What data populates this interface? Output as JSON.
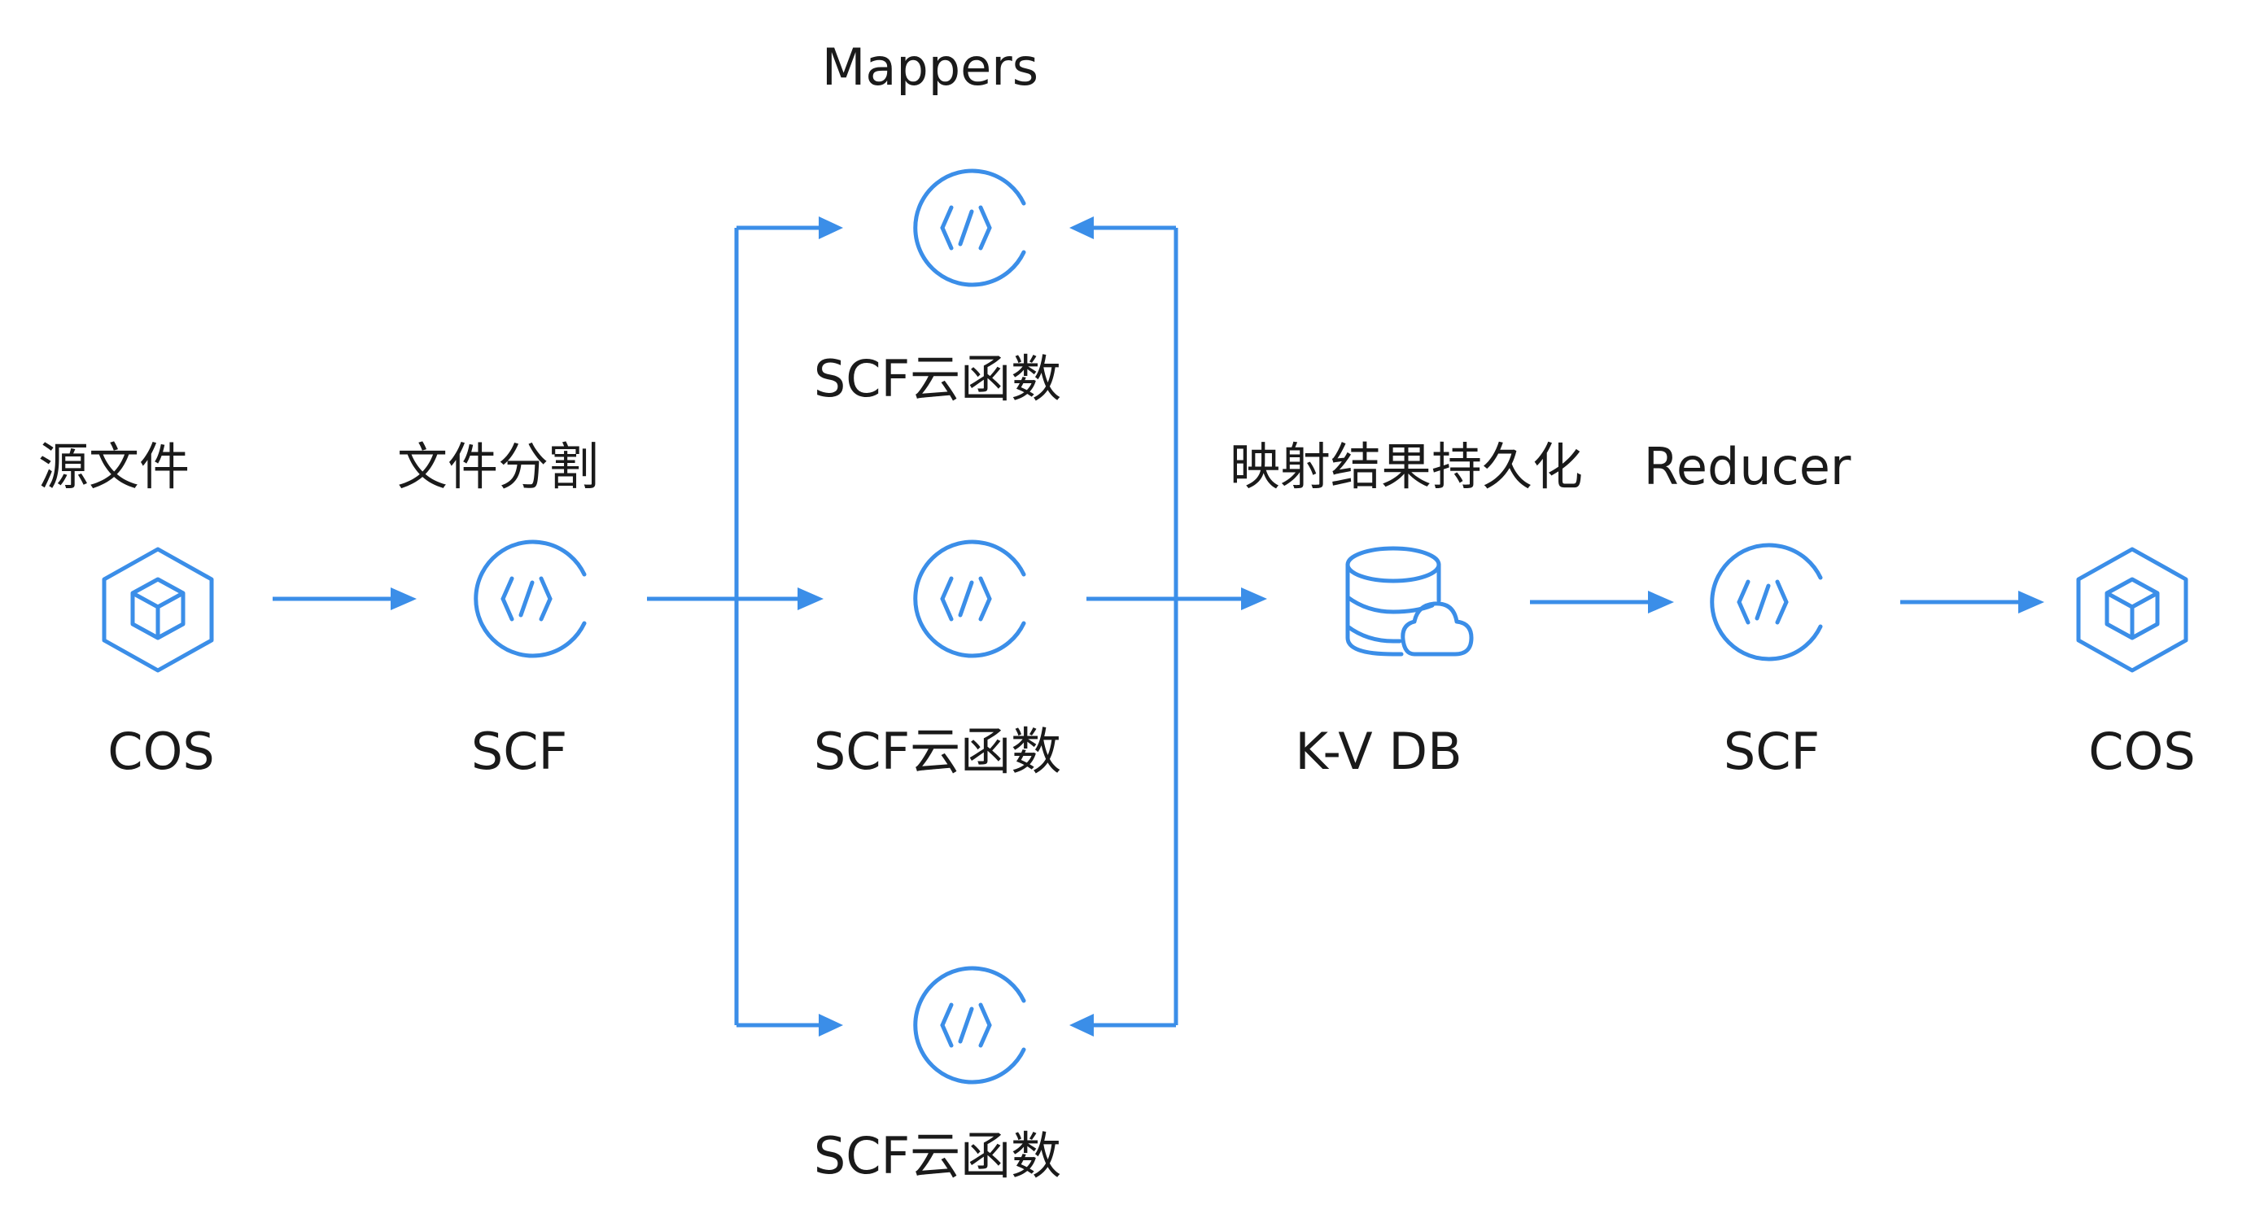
{
  "colors": {
    "accent": "#3b8ee8",
    "text": "#1a1a1a"
  },
  "nodes": {
    "source": {
      "caption": "源文件",
      "label": "COS",
      "icon": "cos-cube-icon"
    },
    "split": {
      "caption": "文件分割",
      "label": "SCF",
      "icon": "code-function-icon"
    },
    "mappers": {
      "caption": "Mappers",
      "items": [
        {
          "label": "SCF云函数",
          "icon": "code-function-icon"
        },
        {
          "label": "SCF云函数",
          "icon": "code-function-icon"
        },
        {
          "label": "SCF云函数",
          "icon": "code-function-icon"
        }
      ]
    },
    "persist": {
      "caption": "映射结果持久化",
      "label": "K-V DB",
      "icon": "database-cloud-icon"
    },
    "reducer": {
      "caption": "Reducer",
      "label": "SCF",
      "icon": "code-function-icon"
    },
    "target": {
      "label": "COS",
      "icon": "cos-cube-icon"
    }
  }
}
